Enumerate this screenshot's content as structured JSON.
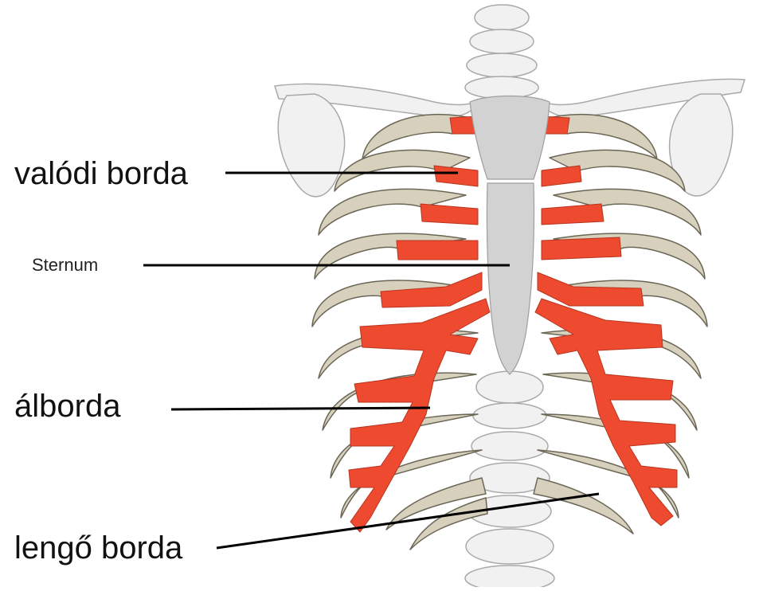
{
  "labels": {
    "true_rib": "valódi borda",
    "sternum": "Sternum",
    "false_rib": "álborda",
    "floating_rib": "lengő borda"
  },
  "colors": {
    "bone_fill": "#d7d0bd",
    "bone_stroke": "#6b6656",
    "cartilage": "#ee4a2f",
    "cartilage_stroke": "#b8351f",
    "sternum": "#d2d2d2",
    "sternum_stroke": "#9e9e9e",
    "spine": "#f1f1f1",
    "spine_stroke": "#a9a9a9",
    "leader_line": "#000000"
  }
}
